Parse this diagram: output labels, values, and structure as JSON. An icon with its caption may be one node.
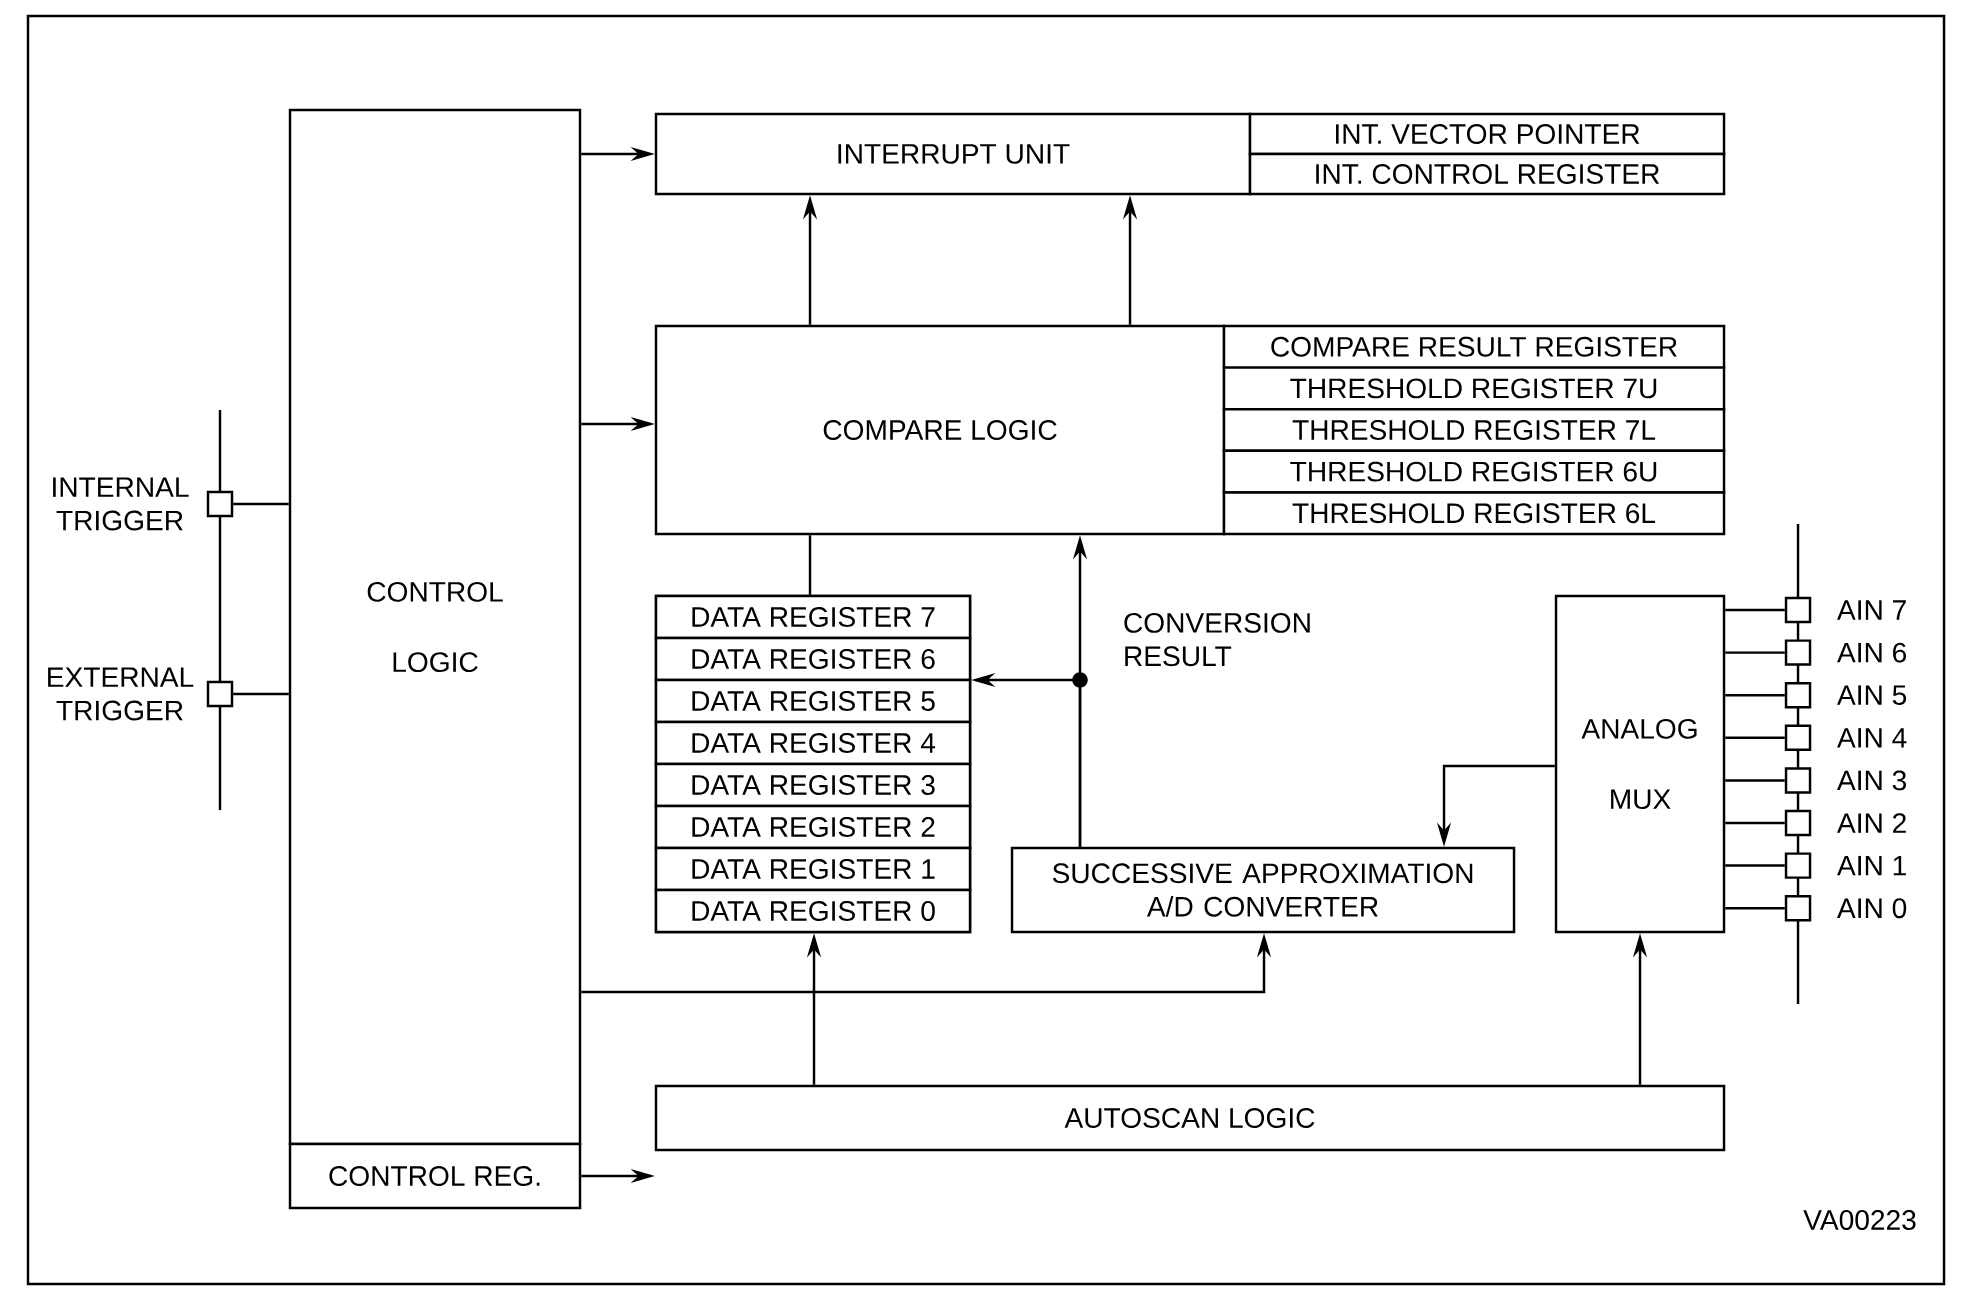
{
  "diagram": {
    "nodes": [
      {
        "text": [
          "CONTROL LOGIC"
        ]
      },
      {
        "text": [
          "CONTROL REG."
        ]
      },
      {
        "text": [
          "INTERRUPT UNIT"
        ]
      },
      {
        "text": [
          "INT. VECTOR POINTER"
        ]
      },
      {
        "text": [
          "INT. CONTROL REGISTER"
        ]
      },
      {
        "text": [
          "COMPARE LOGIC"
        ]
      },
      {
        "text": [
          "COMPARE RESULT REGISTER"
        ]
      },
      {
        "text": [
          "THRESHOLD REGISTER 7U"
        ]
      },
      {
        "text": [
          "THRESHOLD REGISTER 7L"
        ]
      },
      {
        "text": [
          "THRESHOLD REGISTER 6U"
        ]
      },
      {
        "text": [
          "THRESHOLD REGISTER 6L"
        ]
      },
      {
        "text": [],
        "shape": "box",
        "beside": [
          "INTERNAL TRIGGER"
        ]
      },
      {
        "text": [],
        "shape": "box",
        "beside": [
          "EXTERNAL TRIGGER"
        ]
      },
      {
        "text": [],
        "shape": "box"
      },
      {
        "text": [
          "DATA REGISTER 7"
        ],
        "in": 13
      },
      {
        "text": [
          "DATA REGISTER 6"
        ],
        "in": 13
      },
      {
        "text": [
          "DATA REGISTER 5"
        ],
        "in": 13
      },
      {
        "text": [
          "DATA REGISTER 4"
        ],
        "in": 13
      },
      {
        "text": [
          "DATA REGISTER 3"
        ],
        "in": 13
      },
      {
        "text": [
          "DATA REGISTER 2"
        ],
        "in": 13
      },
      {
        "text": [
          "DATA REGISTER 1"
        ],
        "in": 13
      },
      {
        "text": [
          "DATA REGISTER 0"
        ],
        "in": 13
      },
      {
        "text": [
          "SUCCESSIVE APPROXIMATION A/D CONVERTER"
        ]
      },
      {
        "text": [
          "ANALOG MUX"
        ]
      },
      {
        "text": [],
        "shape": "box",
        "beside": [
          "AIN 7"
        ]
      },
      {
        "text": [],
        "shape": "box",
        "beside": [
          "AIN 6"
        ]
      },
      {
        "text": [],
        "shape": "box",
        "beside": [
          "AIN 5"
        ]
      },
      {
        "text": [],
        "shape": "box",
        "beside": [
          "AIN 4"
        ]
      },
      {
        "text": [],
        "shape": "box",
        "beside": [
          "AIN 3"
        ]
      },
      {
        "text": [],
        "shape": "box",
        "beside": [
          "AIN 2"
        ]
      },
      {
        "text": [],
        "shape": "box",
        "beside": [
          "AIN 1"
        ]
      },
      {
        "text": [],
        "shape": "box",
        "beside": [
          "AIN 0"
        ]
      },
      {
        "text": [
          "AUTOSCAN LOGIC"
        ]
      }
    ],
    "edges": [
      {
        "from": 0,
        "to": 2,
        "arrow": "to"
      },
      {
        "from": 0,
        "to": 5,
        "arrow": "to"
      },
      {
        "from": 0,
        "to": 22,
        "arrow": "to"
      },
      {
        "from": 1,
        "to": 32,
        "arrow": "to"
      },
      {
        "from": 11,
        "to": 0,
        "arrow": "none"
      },
      {
        "from": 12,
        "to": 0,
        "arrow": "none"
      },
      {
        "from": 5,
        "to": 2,
        "arrow": "to"
      },
      {
        "from": 5,
        "to": 2,
        "arrow": "to"
      },
      {
        "from": 13,
        "to": 5,
        "arrow": "none"
      },
      {
        "from": 22,
        "to": 5,
        "arrow": "to"
      },
      {
        "from": 22,
        "to": 13,
        "arrow": "to"
      },
      {
        "from": 32,
        "to": 13,
        "arrow": "to"
      },
      {
        "from": 32,
        "to": 23,
        "arrow": "to"
      },
      {
        "from": 23,
        "to": 22,
        "arrow": "to"
      },
      {
        "from": 24,
        "to": 23,
        "arrow": "none"
      },
      {
        "from": 25,
        "to": 23,
        "arrow": "none"
      },
      {
        "from": 26,
        "to": 23,
        "arrow": "none"
      },
      {
        "from": 27,
        "to": 23,
        "arrow": "none"
      },
      {
        "from": 28,
        "to": 23,
        "arrow": "none"
      },
      {
        "from": 29,
        "to": 23,
        "arrow": "none"
      },
      {
        "from": 30,
        "to": 23,
        "arrow": "none"
      },
      {
        "from": 31,
        "to": 23,
        "arrow": "none"
      }
    ],
    "labels": [
      "CONVERSION RESULT",
      "VA00223"
    ]
  }
}
